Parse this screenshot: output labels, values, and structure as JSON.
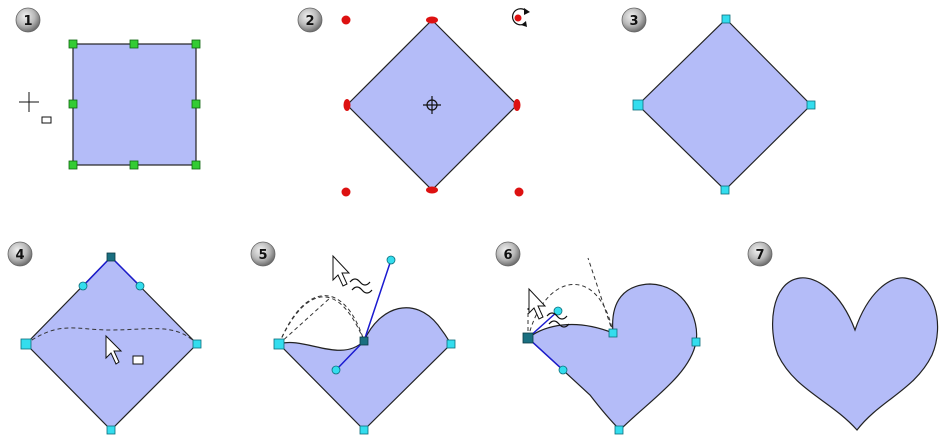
{
  "colors": {
    "shape_fill": "#b4bcf8",
    "outline": "#222222",
    "handle_green": "#33cc33",
    "rotate_red": "#dd1111",
    "point_cyan": "#33ddee",
    "selected_point": "#1a6f80",
    "control_line": "#1a1ad0",
    "badge_dark": "#555555",
    "badge_light": "#dddddd"
  },
  "steps": [
    {
      "label": "1",
      "state": "resize-handles"
    },
    {
      "label": "2",
      "state": "rotation-handles"
    },
    {
      "label": "3",
      "state": "points-mode"
    },
    {
      "label": "4",
      "state": "convert-to-curve"
    },
    {
      "label": "5",
      "state": "drag-control-point"
    },
    {
      "label": "6",
      "state": "drag-second-control-point"
    },
    {
      "label": "7",
      "state": "heart-result"
    }
  ]
}
